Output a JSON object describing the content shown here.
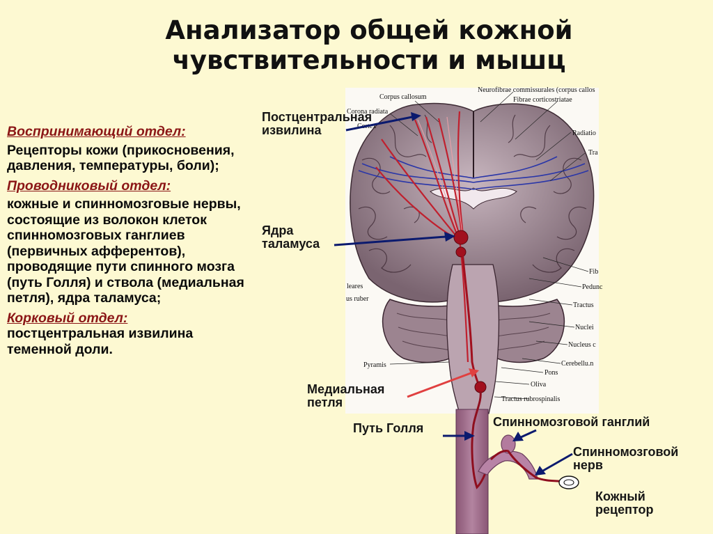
{
  "title": {
    "line1": "Анализатор общей кожной",
    "line2": "чувствительности и мышц"
  },
  "sections": [
    {
      "heading": "Воспринимающий отдел:",
      "text": "Рецепторы кожи (прикосновения, давления, температуры, боли);"
    },
    {
      "heading": "Проводниковый отдел:",
      "text": "кожные и спинномозговые нервы, состоящие из волокон клеток спинномозговых ганглиев (первичных афферентов), проводящие пути спинного мозга (путь Голля) и ствола (медиальная петля), ядра таламуса;"
    },
    {
      "heading": "Корковый отдел:",
      "text": "постцентральная извилина теменной доли."
    }
  ],
  "labels": {
    "postcentral": "Постцентральная извилина",
    "thalamus": "Ядра таламуса",
    "medial_lemniscus": "Медиальная петля",
    "goll": "Путь Голля",
    "ganglion": "Спинномозговой ганглий",
    "nerve": "Спинномозговой нерв",
    "receptor": "Кожный рецептор"
  },
  "plate_labels": {
    "corpus_callosum": "Corpus callosum",
    "neurofibrae": "Neurofibrae commissurales (corpus callos",
    "fibrae": "Fibrae corticostriatae",
    "corona": "Corona radiata",
    "cortex": "Cortex",
    "radiatio": "Radiatio",
    "tr": "Tra",
    "fib": "Fib",
    "pedunc": "Pedunc",
    "tractus": "Tractus",
    "nuclei": "Nuclei",
    "nucleus": "Nucleus c",
    "cerebellum": "Cerebellu.n",
    "pons": "Pons",
    "oliva": "Oliva",
    "rubrospinalis": "Tractus rubrospinalis",
    "pyramis": "Pyramis",
    "leares": "leares",
    "ruber": "us ruber"
  },
  "colors": {
    "background": "#fdf9d2",
    "section_heading": "#8b1616",
    "arrow_navy": "#0b1a6e",
    "arrow_red": "#e04040",
    "pathway": "#8e0e1e",
    "spinal_cord": "#a56e8e"
  }
}
